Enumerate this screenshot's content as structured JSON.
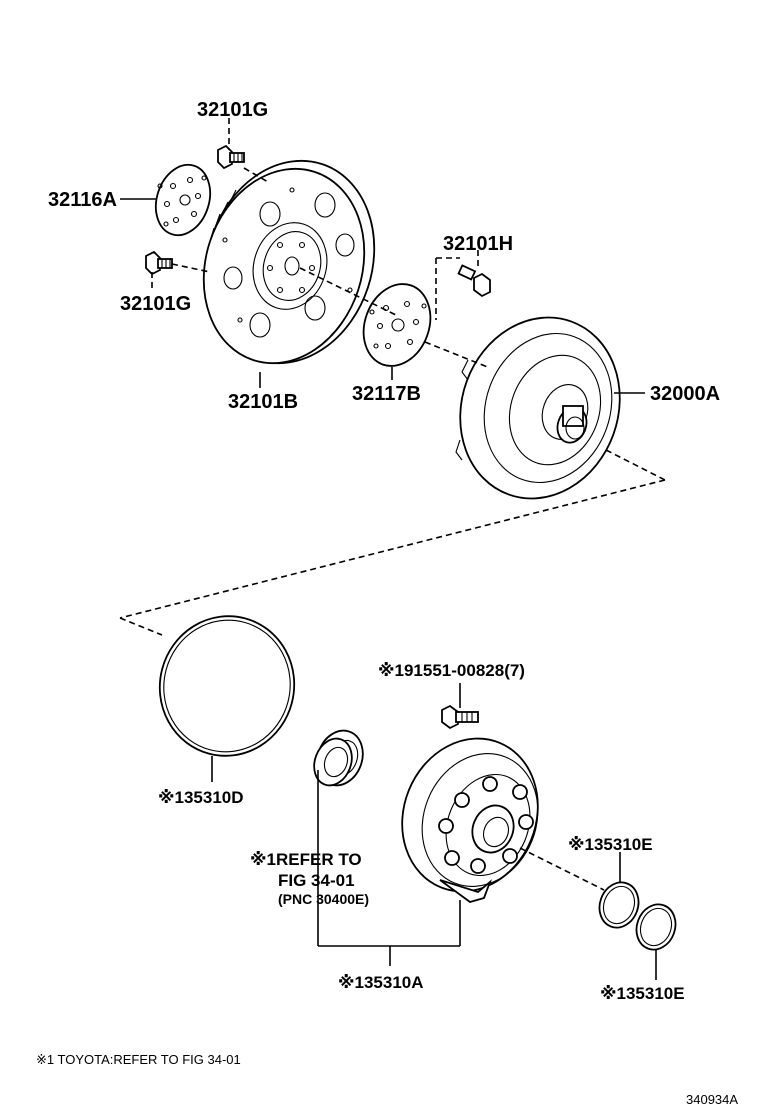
{
  "labels": {
    "bolt_top": "32101G",
    "plate_front": "32116A",
    "bolt_left": "32101G",
    "flywheel": "32101B",
    "bolt_right": "32101H",
    "plate_rear": "32117B",
    "converter": "32000A",
    "oring_large": "※135310D",
    "pump_bolt": "※191551-00828(7)",
    "refer_line1": "※1REFER TO",
    "refer_line2": "FIG 34-01",
    "refer_line3": "(PNC 30400E)",
    "pump": "※135310A",
    "oring_small_1": "※135310E",
    "oring_small_2": "※135310E"
  },
  "footnote": "※1 TOYOTA:REFER TO FIG 34-01",
  "figure_id": "340934A"
}
